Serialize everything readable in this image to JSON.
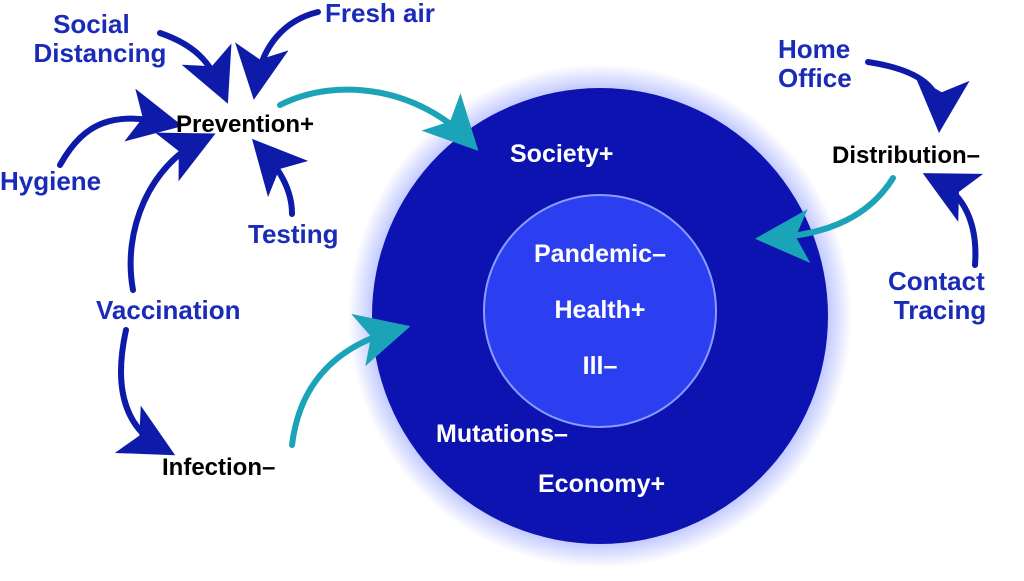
{
  "colors": {
    "arrow_dark": "#0d1ba8",
    "arrow_teal": "#1ba3b8",
    "outer_circle": "#0d13b0",
    "inner_circle": "#2c3ff0",
    "text_blue": "#1a2bb8",
    "text_black": "#000000",
    "text_white": "#ffffff"
  },
  "nodes": {
    "social_distancing": [
      "Social",
      "Distancing"
    ],
    "fresh_air": "Fresh air",
    "prevention": "Prevention+",
    "hygiene": "Hygiene",
    "testing": "Testing",
    "vaccination": "Vaccination",
    "infection": "Infection–",
    "home_office": [
      "Home",
      "Office"
    ],
    "distribution": "Distribution–",
    "contact_tracing": [
      "Contact",
      "Tracing"
    ]
  },
  "circle": {
    "society": "Society+",
    "mutations": "Mutations–",
    "economy": "Economy+",
    "inner": {
      "pandemic": "Pandemic–",
      "health": "Health+",
      "ill": "Ill–"
    }
  }
}
